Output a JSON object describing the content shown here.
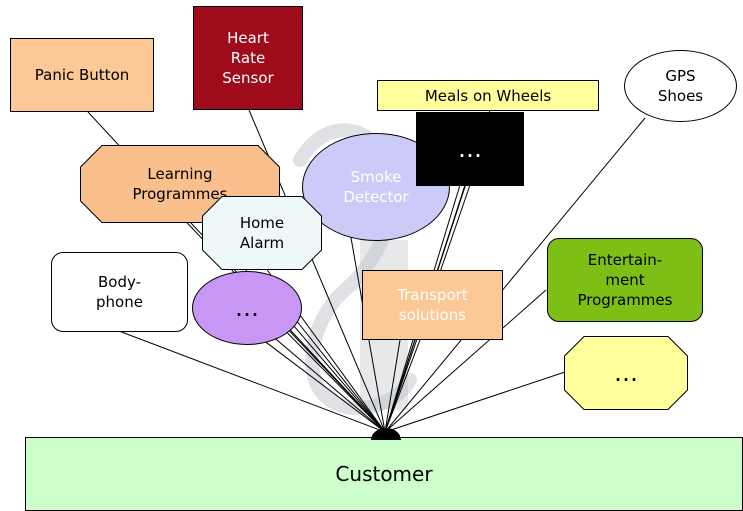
{
  "nodes": {
    "panic_button": {
      "label": "Panic Button",
      "fill": "#fbc896"
    },
    "heart_rate_sensor": {
      "label": "Heart\nRate\nSensor",
      "fill": "#9e0b1b"
    },
    "meals_on_wheels": {
      "label": "Meals on Wheels",
      "fill": "#ffff9c"
    },
    "gps_shoes": {
      "label": "GPS\nShoes",
      "fill": "#ffffff"
    },
    "learning_programmes": {
      "label": "Learning\nProgrammes",
      "fill": "#f9bf8c"
    },
    "smoke_detector": {
      "label": "Smoke\nDetector",
      "fill": "#cccbf8"
    },
    "black_dots": {
      "label": "…",
      "fill": "#000000"
    },
    "home_alarm": {
      "label": "Home\nAlarm",
      "fill": "#eef8f8"
    },
    "body_phone": {
      "label": "Body-\nphone",
      "fill": "#ffffff"
    },
    "purple_dots": {
      "label": "…",
      "fill": "#c896f4"
    },
    "transport_solutions": {
      "label": "Transport\nsolutions",
      "fill": "#fbc896"
    },
    "entertainment_programmes": {
      "label": "Entertain-\nment\nProgrammes",
      "fill": "#7dbf14"
    },
    "yellow_dots": {
      "label": "…",
      "fill": "#ffff9c"
    },
    "customer": {
      "label": "Customer",
      "fill": "#ccffcc"
    }
  },
  "colors": {
    "hub": "#000000",
    "line": "#000000",
    "watermark": "#b8bcc4"
  }
}
